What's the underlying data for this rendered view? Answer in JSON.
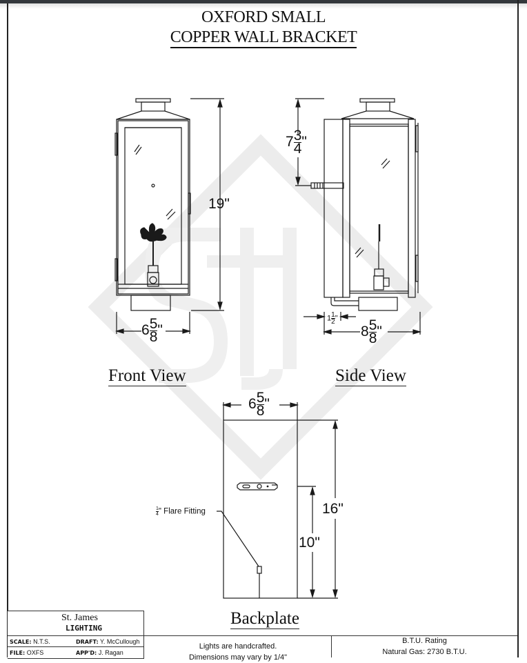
{
  "title": {
    "line1": "OXFORD SMALL",
    "line2": "COPPER WALL BRACKET"
  },
  "views": {
    "front": {
      "label": "Front View",
      "height_dim": "19\"",
      "width_whole": "6",
      "width_num": "5",
      "width_den": "8",
      "inch": "\""
    },
    "side": {
      "label": "Side View",
      "inlet_whole": "7",
      "inlet_num": "3",
      "inlet_den": "4",
      "inch": "\"",
      "offset_whole": "1",
      "offset_num": "1",
      "offset_den": "2",
      "depth_whole": "8",
      "depth_num": "5",
      "depth_den": "8"
    },
    "backplate": {
      "label": "Backplate",
      "width_whole": "6",
      "width_num": "5",
      "width_den": "8",
      "inch": "\"",
      "height_dim": "16\"",
      "mount_dim": "10\"",
      "fitting_num": "1",
      "fitting_den": "4",
      "fitting_label": "\" Flare Fitting"
    }
  },
  "title_block": {
    "company_line1": "St. James",
    "company_line2": "LIGHTING",
    "logo_text": "SJL",
    "scale_label": "SCALE:",
    "scale_value": "N.T.S.",
    "draft_label": "DRAFT:",
    "draft_value": "Y. McCullough",
    "file_label": "FILE:",
    "file_value": "OXFS",
    "approved_label": "APP'D:",
    "approved_value": "J. Ragan"
  },
  "notes": {
    "handcrafted": "Lights are handcrafted.",
    "tolerance": "Dimensions may vary by 1/4\"",
    "btu_title": "B.T.U. Rating",
    "btu_value": "Natural Gas: 2730 B.T.U."
  },
  "colors": {
    "line": "#1a1a1a",
    "watermark": "#ececec",
    "logo_fill": "#1a1aa8"
  }
}
